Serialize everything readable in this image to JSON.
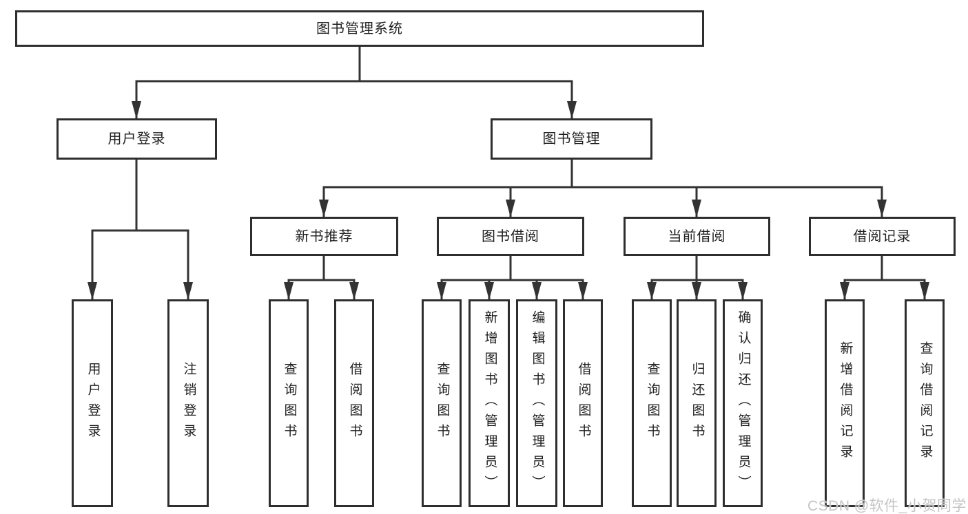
{
  "diagram": {
    "root": "图书管理系统",
    "level2": {
      "user_login": "用户登录",
      "book_mgmt": "图书管理"
    },
    "level3": {
      "new_book_rec": "新书推荐",
      "book_borrow": "图书借阅",
      "current_borrow": "当前借阅",
      "borrow_record": "借阅记录"
    },
    "leaves": {
      "user_login": "用户登录",
      "logout": "注销登录",
      "rec_query_books": "查询图书",
      "rec_borrow_books": "借阅图书",
      "bb_query_books": "查询图书",
      "bb_add_books_admin": "新增图书（管理员）",
      "bb_edit_books_admin": "编辑图书（管理员）",
      "bb_borrow_books": "借阅图书",
      "cb_query_books": "查询图书",
      "cb_return_books": "归还图书",
      "cb_confirm_return_admin": "确认归还（管理员）",
      "br_add_record": "新增借阅记录",
      "br_query_record": "查询借阅记录"
    },
    "tree": {
      "label": "图书管理系统",
      "children": [
        {
          "label": "用户登录",
          "children": [
            {
              "label": "用户登录"
            },
            {
              "label": "注销登录"
            }
          ]
        },
        {
          "label": "图书管理",
          "children": [
            {
              "label": "新书推荐",
              "children": [
                {
                  "label": "查询图书"
                },
                {
                  "label": "借阅图书"
                }
              ]
            },
            {
              "label": "图书借阅",
              "children": [
                {
                  "label": "查询图书"
                },
                {
                  "label": "新增图书（管理员）"
                },
                {
                  "label": "编辑图书（管理员）"
                },
                {
                  "label": "借阅图书"
                }
              ]
            },
            {
              "label": "当前借阅",
              "children": [
                {
                  "label": "查询图书"
                },
                {
                  "label": "归还图书"
                },
                {
                  "label": "确认归还（管理员）"
                }
              ]
            },
            {
              "label": "借阅记录",
              "children": [
                {
                  "label": "新增借阅记录"
                },
                {
                  "label": "查询借阅记录"
                }
              ]
            }
          ]
        }
      ]
    },
    "watermark": "CSDN @软件_小贺同学",
    "colors": {
      "line": "#333333",
      "border": "#2e2e2e",
      "text": "#1f1f1f",
      "background": "#ffffff",
      "watermark": "#c4c4c4"
    }
  }
}
